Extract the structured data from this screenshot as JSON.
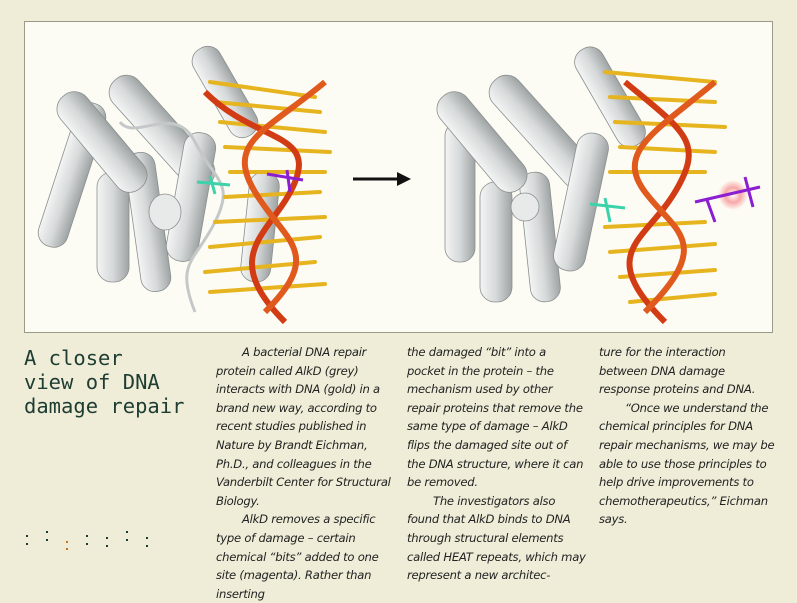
{
  "figure": {
    "left_panel_label": "AlkD protein bound to DNA (before base flipping)",
    "arrow_icon": "right-arrow-icon",
    "right_panel_label": "AlkD protein with damaged base flipped out of DNA",
    "colors": {
      "protein": "#c9cccc",
      "dna_backbone": "#d23c14",
      "dna_bases": "#e6b41e",
      "damage": "#8c1ed2",
      "contact": "#3cd2aa",
      "background": "#fdfcf4"
    }
  },
  "title": [
    "A closer",
    "view of DNA",
    "damage repair"
  ],
  "columns": [
    [
      "A bacterial DNA repair protein called AlkD (grey) interacts with DNA (gold) in a brand new way, according to recent studies published in Nature by Brandt Eichman, Ph.D., and colleagues in the Vanderbilt Center for Structural Biology.",
      "AlkD removes a specific type of damage – certain chemical “bits” added to one site (magenta). Rather than inserting"
    ],
    [
      "the damaged “bit” into a pocket in the protein – the mechanism used by other repair proteins that remove the same type of damage – AlkD flips the damaged site out of the DNA structure, where it can be removed.",
      "The investigators also found that AlkD binds to DNA through structural elements called HEAT repeats, which may represent a new architec-"
    ],
    [
      "ture for the interaction between DNA damage response proteins and DNA.",
      "“Once we understand the chemical principles for DNA repair mechanisms, we may be able to use those principles to help drive improvements to chemotherapeutics,” Eichman says."
    ]
  ],
  "decoration": {
    "dots_icon": "dotted-ornament-icon",
    "dot_color": "#1e3c32",
    "accent_dot_color": "#c8731e"
  }
}
